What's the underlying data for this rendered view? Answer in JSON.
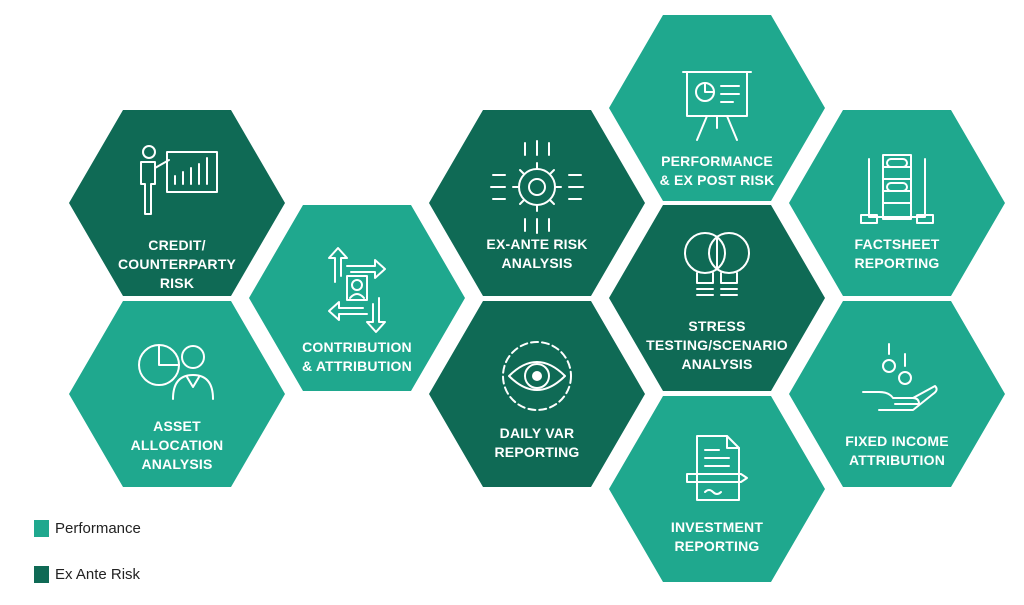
{
  "colors": {
    "performance": "#1fa88e",
    "ex_ante_risk": "#0f6a55"
  },
  "hexagons": [
    {
      "id": "credit",
      "lines": [
        "CREDIT/",
        "COUNTERPARTY",
        "RISK"
      ],
      "category": "ex_ante_risk",
      "icon": "presenter-chart-icon"
    },
    {
      "id": "asset",
      "lines": [
        "ASSET",
        "ALLOCATION",
        "ANALYSIS"
      ],
      "category": "performance",
      "icon": "person-pie-chart-icon"
    },
    {
      "id": "contribution",
      "lines": [
        "CONTRIBUTION",
        "& ATTRIBUTION"
      ],
      "category": "performance",
      "icon": "user-cycle-arrows-icon"
    },
    {
      "id": "exante",
      "lines": [
        "EX-ANTE RISK",
        "ANALYSIS"
      ],
      "category": "ex_ante_risk",
      "icon": "gear-network-icon"
    },
    {
      "id": "var",
      "lines": [
        "DAILY VAR",
        "REPORTING"
      ],
      "category": "ex_ante_risk",
      "icon": "eye-gear-icon"
    },
    {
      "id": "performance",
      "lines": [
        "PERFORMANCE",
        "& EX POST RISK"
      ],
      "category": "performance",
      "icon": "presentation-board-icon"
    },
    {
      "id": "stress",
      "lines": [
        "STRESS",
        "TESTING/SCENARIO",
        "ANALYSIS"
      ],
      "category": "ex_ante_risk",
      "icon": "twin-lightbulbs-icon"
    },
    {
      "id": "investment",
      "lines": [
        "INVESTMENT",
        "REPORTING"
      ],
      "category": "performance",
      "icon": "document-pen-icon"
    },
    {
      "id": "factsheet",
      "lines": [
        "FACTSHEET",
        "REPORTING"
      ],
      "category": "performance",
      "icon": "flowchart-icon"
    },
    {
      "id": "fixed",
      "lines": [
        "FIXED INCOME",
        "ATTRIBUTION"
      ],
      "category": "performance",
      "icon": "hand-coins-icon"
    }
  ],
  "legend": [
    {
      "label": "Performance",
      "category": "performance"
    },
    {
      "label": "Ex Ante Risk",
      "category": "ex_ante_risk"
    }
  ]
}
